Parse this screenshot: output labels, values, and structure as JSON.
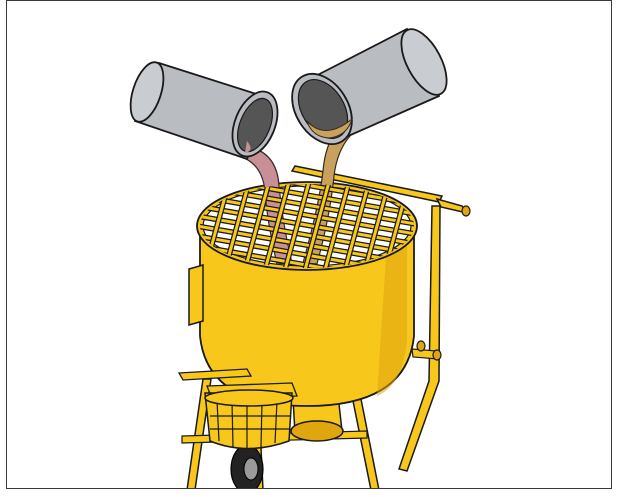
{
  "figure": {
    "subject": "mixer-with-two-pouring-buckets",
    "colors": {
      "mixer_yellow": "#F7C71C",
      "mixer_shade": "#E0A60F",
      "outline": "#1a1a1a",
      "bucket_gray": "#B9BCC0",
      "bucket_inner": "#555555",
      "liquid_pink": "#C98F97",
      "liquid_tan": "#C8A15E"
    },
    "icons": [
      "bucket-left",
      "bucket-right",
      "mixer-drum",
      "mesh-grid",
      "frame-handle",
      "wheel"
    ]
  }
}
